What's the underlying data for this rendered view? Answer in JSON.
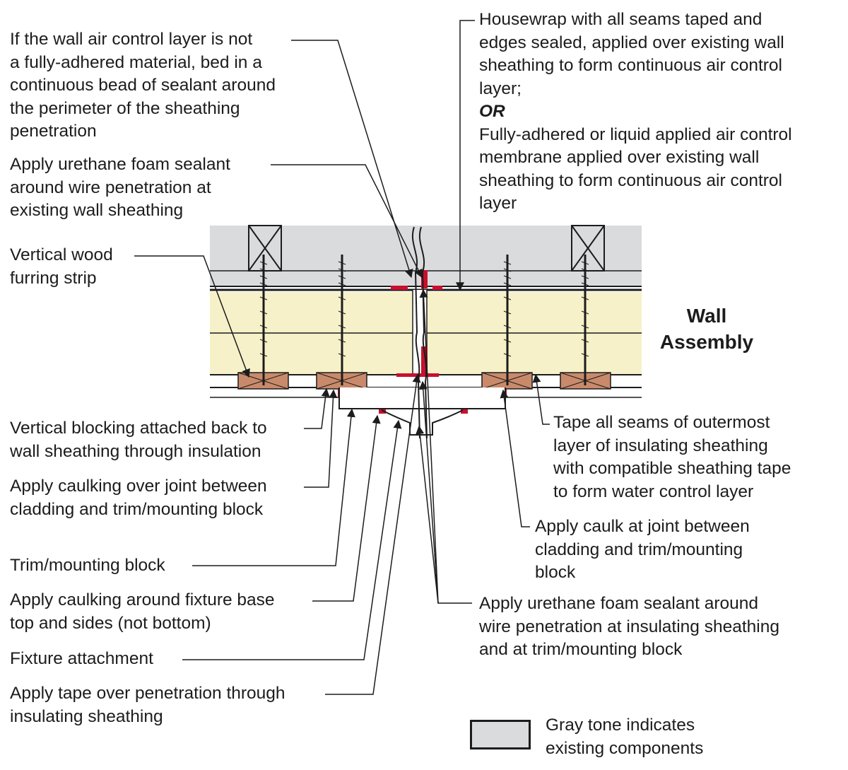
{
  "title": {
    "line1": "Wall",
    "line2": "Assembly"
  },
  "callouts": {
    "sealant_bead": [
      "If the wall air control layer is not",
      "a fully-adhered material, bed in a",
      "continuous bead of sealant around",
      "the perimeter of the sheathing",
      "penetration"
    ],
    "foam_wall_sheathing": [
      "Apply urethane foam sealant",
      "around wire penetration at",
      "existing wall sheathing"
    ],
    "furring_strip": [
      "Vertical wood",
      "furring strip"
    ],
    "blocking": [
      "Vertical blocking attached back to",
      "wall sheathing through insulation"
    ],
    "caulk_joint_left": [
      "Apply caulking over joint between",
      "cladding and trim/mounting block"
    ],
    "trim_block": [
      "Trim/mounting block"
    ],
    "caulk_fixture": [
      "Apply caulking around fixture base",
      "top and sides (not bottom)"
    ],
    "fixture_attachment": [
      "Fixture attachment"
    ],
    "tape_penetration": [
      "Apply tape over penetration through",
      "insulating sheathing"
    ],
    "housewrap": [
      "Housewrap with all seams taped and",
      "edges sealed, applied over existing wall",
      "sheathing to form continuous air control",
      "layer;"
    ],
    "or_label": "OR",
    "membrane": [
      "Fully-adhered or liquid applied air control",
      "membrane applied over existing wall",
      "sheathing to form continuous air control",
      "layer"
    ],
    "tape_seams": [
      "Tape all seams of outermost",
      "layer of insulating sheathing",
      "with compatible sheathing tape",
      "to form water control layer"
    ],
    "caulk_joint_right": [
      "Apply caulk at joint between",
      "cladding and trim/mounting",
      "block"
    ],
    "foam_insulating": [
      "Apply urethane foam sealant around",
      "wire penetration at insulating sheathing",
      "and at trim/mounting block"
    ]
  },
  "legend": {
    "text": [
      "Gray tone indicates",
      "existing components"
    ]
  },
  "colors": {
    "existing_gray": "#dadbdd",
    "insulation": "#f6f1c9",
    "wood_furring": "#c98a6b",
    "sealant_red": "#c8102e",
    "line": "#1c1c1c"
  }
}
